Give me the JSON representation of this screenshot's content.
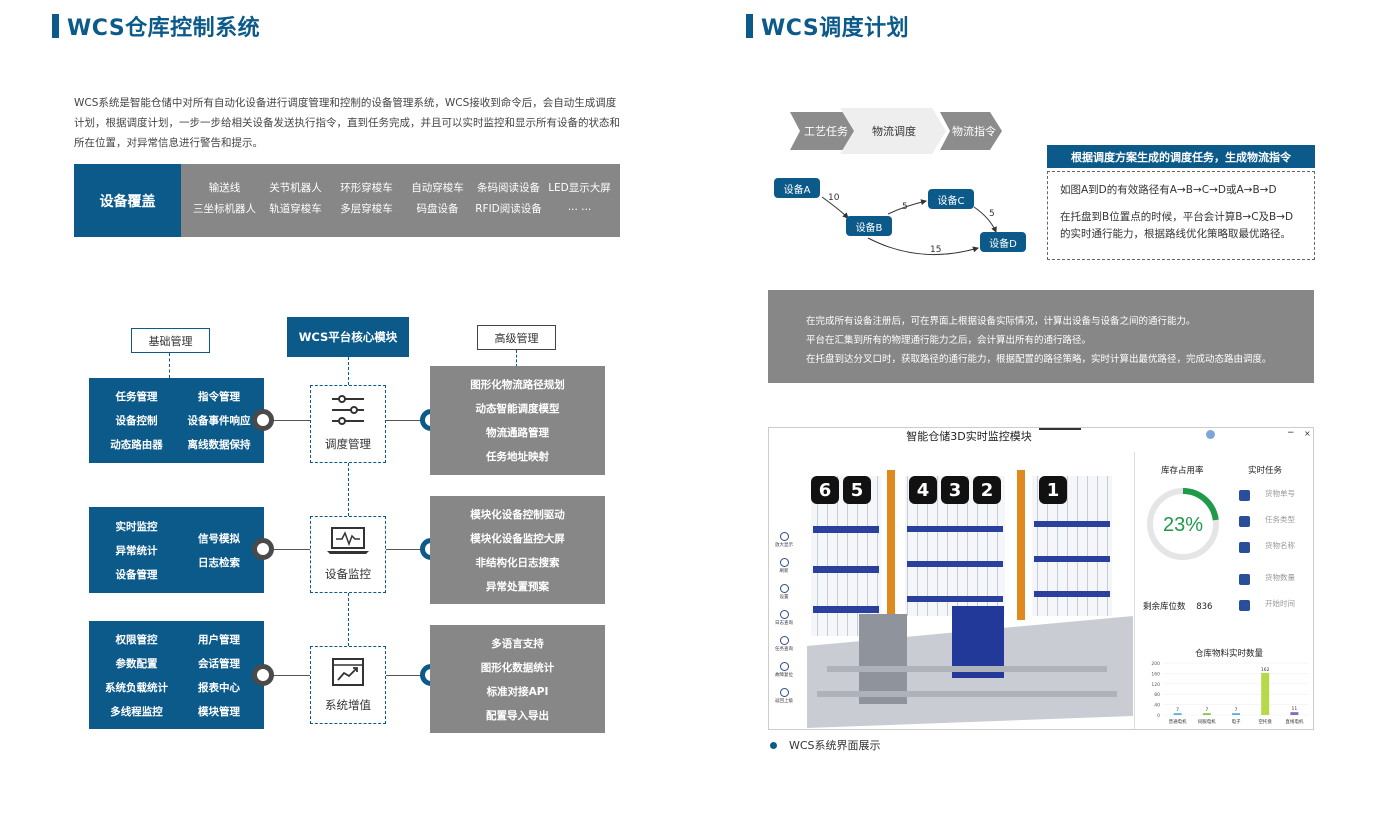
{
  "left": {
    "title": "WCS仓库控制系统",
    "intro": "WCS系统是智能仓储中对所有自动化设备进行调度管理和控制的设备管理系统，WCS接收到命令后，会自动生成调度计划，根据调度计划，一步一步给相关设备发送执行指令，直到任务完成，并且可以实时监控和显示所有设备的状态和所在位置，对异常信息进行警告和提示。",
    "coverage_label": "设备覆盖",
    "coverage_items": [
      "输送线",
      "关节机器人",
      "环形穿梭车",
      "自动穿梭车",
      "条码阅读设备",
      "LED显示大屏",
      "三坐标机器人",
      "轨道穿梭车",
      "多层穿梭车",
      "码盘设备",
      "RFID阅读设备",
      "... ..."
    ],
    "basic_label": "基础管理",
    "core_label": "WCS平台核心模块",
    "advanced_label": "高级管理",
    "rows": [
      {
        "left_col1": [
          "任务管理",
          "设备控制",
          "动态路由器"
        ],
        "left_col2": [
          "指令管理",
          "设备事件响应",
          "离线数据保持"
        ],
        "center": "调度管理",
        "right": [
          "图形化物流路径规划",
          "动态智能调度模型",
          "物流通路管理",
          "任务地址映射"
        ]
      },
      {
        "left_col1": [
          "实时监控",
          "异常统计",
          "设备管理"
        ],
        "left_col2": [
          "信号模拟",
          "日志检索"
        ],
        "center": "设备监控",
        "right": [
          "模块化设备控制驱动",
          "模块化设备监控大屏",
          "非结构化日志搜索",
          "异常处置预案"
        ]
      },
      {
        "left_col1": [
          "权限管控",
          "参数配置",
          "系统负载统计",
          "多线程监控"
        ],
        "left_col2": [
          "用户管理",
          "会话管理",
          "报表中心",
          "模块管理"
        ],
        "center": "系统增值",
        "right": [
          "多语言支持",
          "图形化数据统计",
          "标准对接API",
          "配置导入导出"
        ]
      }
    ]
  },
  "right": {
    "title": "WCS调度计划",
    "chevrons": [
      "工艺任务",
      "物流调度",
      "物流指令"
    ],
    "graph": {
      "nodes": [
        "设备A",
        "设备B",
        "设备C",
        "设备D"
      ],
      "weights": [
        "10",
        "5",
        "5",
        "15"
      ]
    },
    "tip_title": "根据调度方案生成的调度任务，生成物流指令",
    "tip_lines": [
      "如图A到D的有效路径有A→B→C→D或A→B→D",
      "在托盘到B位置点的时候，平台会计算B→C及B→D的实时通行能力，根据路线优化策略取最优路径。"
    ],
    "note_lines": [
      "在完成所有设备注册后，可在界面上根据设备实际情况，计算出设备与设备之间的通行能力。",
      "平台在汇集到所有的物理通行能力之后，会计算出所有的通行路径。",
      "在托盘到达分叉口时，获取路径的通行能力，根据配置的路径策略，实时计算出最优路径，完成动态路由调度。"
    ],
    "screen": {
      "title": "智能仓储3D实时监控模块",
      "win_controls": [
        "−",
        "×"
      ],
      "shelf_numbers": [
        "6",
        "5",
        "4",
        "3",
        "2",
        "1"
      ],
      "side_tools": [
        "放大显示",
        "刷新",
        "设置",
        "日志查询",
        "任务查询",
        "故障复位",
        "返回上级"
      ],
      "occupancy_label": "库存占用率",
      "occupancy_value": "23%",
      "occupancy_fraction": 0.23,
      "remaining_label": "剩余库位数",
      "remaining_value": "836",
      "tasks_label": "实时任务",
      "task_fields": [
        "货物单号",
        "任务类型",
        "货物名称",
        "货物数量",
        "开始时间"
      ],
      "bar_title": "仓库物料实时数量",
      "bar_y_ticks": [
        "200",
        "160",
        "120",
        "80",
        "40",
        "0"
      ],
      "bar_categories": [
        "普通电机",
        "伺服电机",
        "电子",
        "空托盘",
        "直线电机"
      ],
      "bar_values": [
        7,
        7,
        7,
        162,
        11
      ],
      "bar_colors": [
        "#5ab0d8",
        "#8dc63f",
        "#5ab0d8",
        "#b6d94c",
        "#8a6bb8"
      ]
    },
    "caption": "WCS系统界面展示"
  },
  "colors": {
    "brand_blue": "#0b5a8a",
    "panel_grey": "#878787"
  }
}
